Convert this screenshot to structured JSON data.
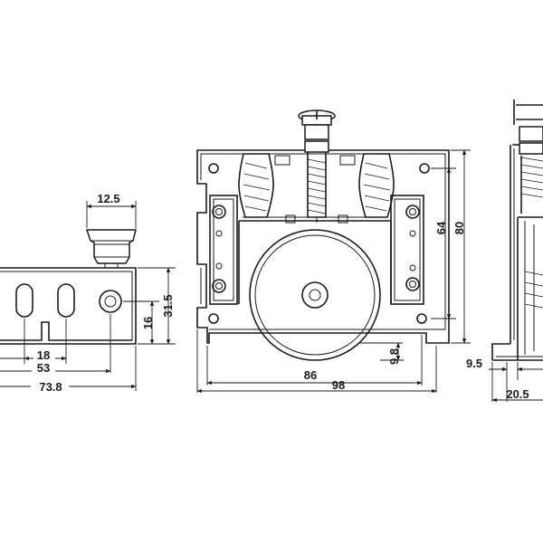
{
  "dimensions": {
    "side_knob_width": "12.5",
    "side_height": "31.5",
    "side_hole_height": "16",
    "side_slot_spacing": "18",
    "side_hole_offset": "53",
    "side_total_length": "73.8",
    "front_inner_width": "86",
    "front_total_width": "98",
    "front_hole_spacing": "64",
    "front_total_height": "80",
    "front_wheel_clearance": "9.8",
    "right_offset": "9.5",
    "right_depth": "20.5"
  }
}
